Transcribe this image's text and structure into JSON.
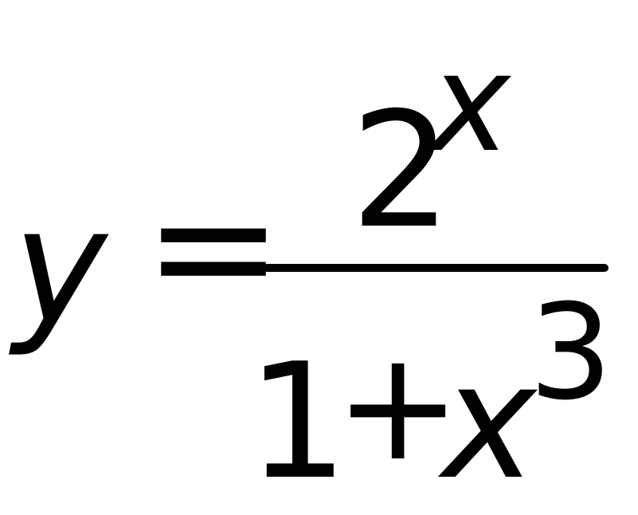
{
  "formula": {
    "lhs": "y",
    "equals": "=",
    "numerator": {
      "base": "2",
      "exponent": "x"
    },
    "denominator": {
      "one": "1",
      "plus": "+",
      "variable": "x",
      "exponent": "3"
    }
  }
}
